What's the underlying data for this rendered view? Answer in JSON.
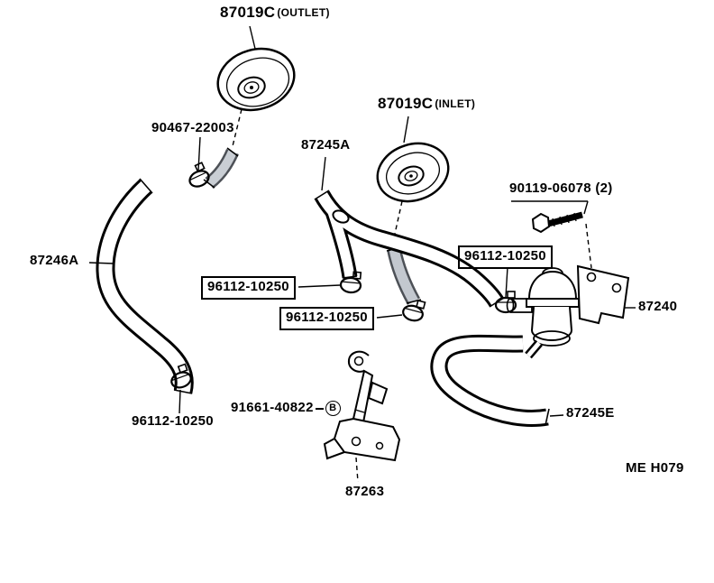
{
  "figure": {
    "drawing_code": "ME H079"
  },
  "parts": {
    "cap_outlet": "87019C",
    "cap_outlet_note": "(OUTLET)",
    "cap_inlet": "87019C",
    "cap_inlet_note": "(INLET)",
    "clamp_upper": "90467-22003",
    "hose_inlet_no1": "87245A",
    "bolt": "90119-06078 (2)",
    "hose_outlet": "87246A",
    "clamp_a": "96112-10250",
    "clamp_b": "96112-10250",
    "clamp_c": "96112-10250",
    "clamp_d": "96112-10250",
    "valve": "87240",
    "clip": "91661-40822",
    "clip_badge": "B",
    "hose_no2": "87245E",
    "bracket": "87263"
  }
}
